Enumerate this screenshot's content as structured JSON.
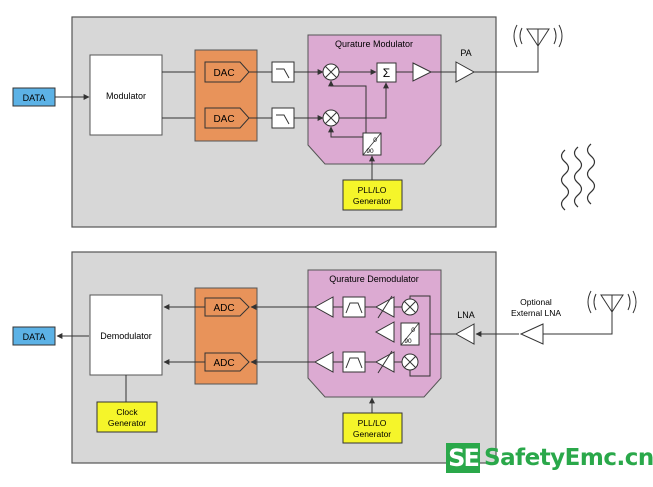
{
  "transmitter": {
    "data_label": "DATA",
    "modulator_label": "Modulator",
    "dac_label": "DAC",
    "quadrature_label": "Qurature Modulator",
    "sum_symbol": "Σ",
    "pa_label": "PA",
    "phase_top": "0",
    "phase_bottom": "90",
    "pll_line1": "PLL/LO",
    "pll_line2": "Generator"
  },
  "receiver": {
    "data_label": "DATA",
    "demodulator_label": "Demodulator",
    "adc_label": "ADC",
    "quadrature_label": "Qurature Demodulator",
    "lna_label": "LNA",
    "optional_line1": "Optional",
    "optional_line2": "External LNA",
    "phase_top": "0",
    "phase_bottom": "90",
    "pll_line1": "PLL/LO",
    "pll_line2": "Generator",
    "clock_line1": "Clock",
    "clock_line2": "Generator"
  },
  "watermark": {
    "badge": "SE",
    "text": "SafetyEmc.cn"
  },
  "colors": {
    "panel": "#d7d7d7",
    "data_block": "#5cb2e6",
    "converter": "#e8935a",
    "quadrature": "#dcaad2",
    "generator": "#f5f52a",
    "watermark": "#2aa84a"
  }
}
